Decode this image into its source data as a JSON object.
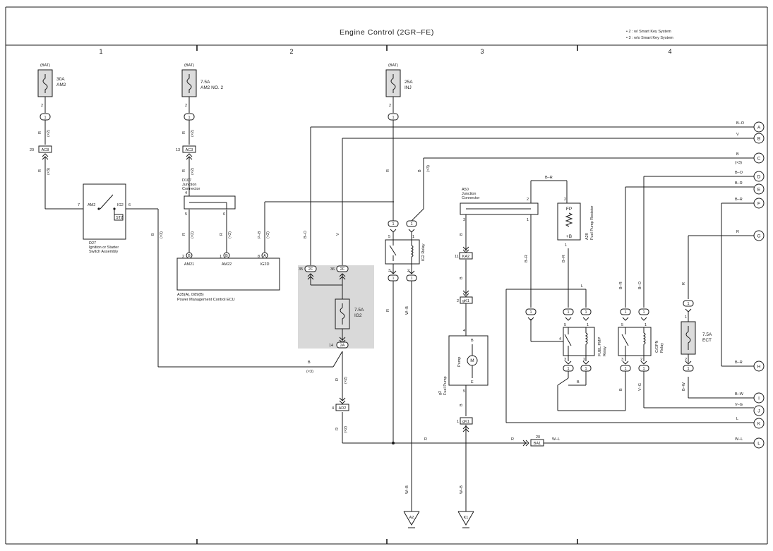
{
  "title": "Engine Control (2GR–FE)",
  "notes": [
    "• 2 : w/ Smart Key System",
    "• 3 : w/o Smart Key System"
  ],
  "columns": [
    "1",
    "2",
    "3",
    "4"
  ],
  "fuses": [
    {
      "supply": "(BAT)",
      "rating": "30A",
      "name": "AM2",
      "pin": "2",
      "conn": "1"
    },
    {
      "supply": "(BAT)",
      "rating": "7.5A",
      "name": "AM2 NO. 2",
      "pin": "2",
      "conn": "1"
    },
    {
      "supply": "(BAT)",
      "rating": "25A",
      "name": "INJ",
      "pin": "2",
      "conn": "1"
    }
  ],
  "connectors": {
    "ac8": {
      "pin": "20",
      "label": "AC8"
    },
    "ac3": {
      "pin": "13",
      "label": "AC3"
    },
    "ad2": {
      "pin": "4",
      "label": "AD2"
    },
    "ka2": {
      "pin": "11",
      "label": "KA2"
    },
    "gk1a": {
      "pin": "2",
      "label": "gK1"
    },
    "gk1b": {
      "pin": "1",
      "label": "gK1"
    },
    "ba1": {
      "pin": "20",
      "label": "BA1"
    }
  },
  "ignition": {
    "id": "D27",
    "name": "Ignition or Starter",
    "name2": "Switch Assembly",
    "am2": "AM2",
    "ig2": "IG2",
    "st2": "ST2",
    "pin_am2": "7",
    "pin_ig2": "6"
  },
  "d107": {
    "id": "D107",
    "l1": "Junction",
    "l2": "Connector",
    "p_top": "4",
    "p_bl": "5",
    "p_br": "6"
  },
  "ecu": {
    "l1": "A35(A), D89(B)",
    "l2": "Power Management Control ECU",
    "pins": [
      "2",
      "1",
      "8"
    ],
    "letters": [
      "B",
      "B",
      "A"
    ],
    "names": [
      "AM21",
      "AM22",
      "IG2D"
    ]
  },
  "ig2fuse": {
    "rating": "7.5A",
    "name": "IG2",
    "pin_a": "35",
    "conn_a": "2F",
    "pin_b": "36",
    "conn_b": "2F",
    "pin_c": "14",
    "conn_c": "2A"
  },
  "ig2relay": {
    "name": "IG2 Relay",
    "pins": [
      "5",
      "1",
      "3",
      "2"
    ]
  },
  "a50": {
    "id": "A50",
    "l1": "Junction",
    "l2": "Connector",
    "p_top": "2",
    "p_left": "3",
    "p_right": "1"
  },
  "resistor": {
    "id": "A29",
    "name": "Fuel Pump Resistor",
    "fp": "FP",
    "pb": "+B",
    "p_top": "2",
    "p_bot": "1"
  },
  "pump": {
    "id": "g2",
    "name": "Fuel Pump",
    "inner": "Pump",
    "motor": "M",
    "b": "B",
    "e": "E",
    "p_top": "4",
    "p_bot": "5"
  },
  "fuelrelay": {
    "name": "FUEL PMP",
    "name2": "Relay",
    "pins": [
      "5",
      "1",
      "4",
      "3",
      "2"
    ]
  },
  "copn": {
    "name": "C/OPN",
    "name2": "Relay",
    "pins": [
      "5",
      "1",
      "3",
      "2"
    ]
  },
  "ectfuse": {
    "rating": "7.5A",
    "name": "ECT",
    "p_top": "1",
    "p_bot": "2"
  },
  "grounds": [
    {
      "label": "A2"
    },
    {
      "label": "K1"
    }
  ],
  "wire_labels": {
    "r": "R",
    "b": "B",
    "v": "V",
    "l": "L",
    "bo": "B–O",
    "br": "B–R",
    "bw": "B–W",
    "vg": "V–G",
    "wb": "W–B",
    "wl": "W–L",
    "pb": "P–B",
    "n2": "(×2)",
    "n3": "(×3)"
  },
  "connection_points": [
    "A",
    "B",
    "C",
    "D",
    "E",
    "F",
    "G",
    "H",
    "I",
    "J",
    "K",
    "L"
  ]
}
